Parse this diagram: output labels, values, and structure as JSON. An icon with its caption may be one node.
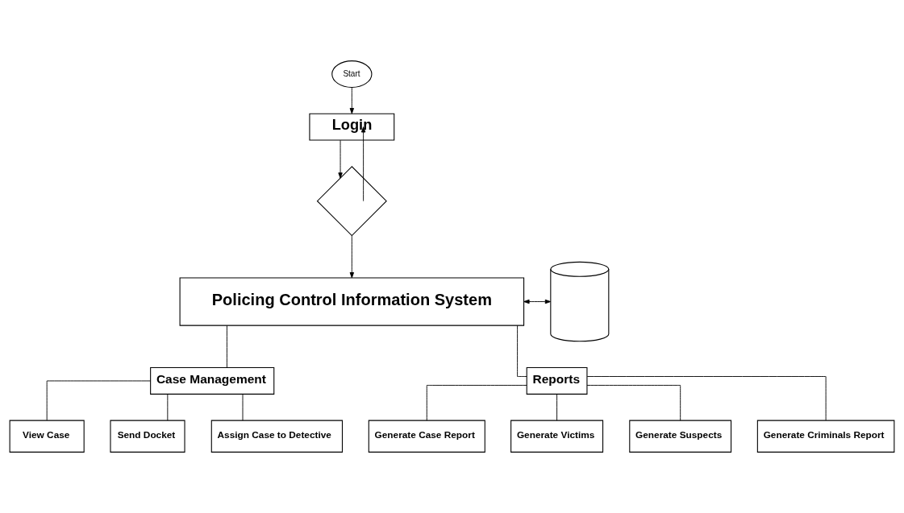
{
  "diagram": {
    "nodes": [
      {
        "text": [
          "Start"
        ]
      },
      {
        "text": [
          "Login"
        ]
      },
      {
        "text": [],
        "shape": "diamond"
      },
      {
        "text": [
          "Policing Control Information System"
        ]
      },
      {
        "text": [],
        "shape": "cylinder"
      },
      {
        "text": [
          "Case Management"
        ]
      },
      {
        "text": [
          "Reports"
        ]
      },
      {
        "text": [
          "View Case"
        ]
      },
      {
        "text": [
          "Send Docket"
        ]
      },
      {
        "text": [
          "Assign Case to Detective"
        ]
      },
      {
        "text": [
          "Generate Case Report"
        ]
      },
      {
        "text": [
          "Generate Victims"
        ]
      },
      {
        "text": [
          "Generate Suspects"
        ]
      },
      {
        "text": [
          "Generate Criminals Report"
        ]
      }
    ],
    "edges": [
      {
        "from": 0,
        "to": 1,
        "arrow": "to"
      },
      {
        "from": 1,
        "to": 2,
        "arrow": "to"
      },
      {
        "from": 2,
        "to": 1,
        "arrow": "to"
      },
      {
        "from": 2,
        "to": 3,
        "arrow": "to"
      },
      {
        "from": 3,
        "to": 4,
        "arrow": "both"
      },
      {
        "from": 3,
        "to": 5,
        "arrow": "none"
      },
      {
        "from": 3,
        "to": 6,
        "arrow": "none"
      },
      {
        "from": 5,
        "to": 7,
        "arrow": "none"
      },
      {
        "from": 5,
        "to": 8,
        "arrow": "none"
      },
      {
        "from": 5,
        "to": 9,
        "arrow": "none"
      },
      {
        "from": 6,
        "to": 10,
        "arrow": "none"
      },
      {
        "from": 6,
        "to": 11,
        "arrow": "none"
      },
      {
        "from": 6,
        "to": 12,
        "arrow": "none"
      },
      {
        "from": 6,
        "to": 13,
        "arrow": "none"
      }
    ]
  }
}
